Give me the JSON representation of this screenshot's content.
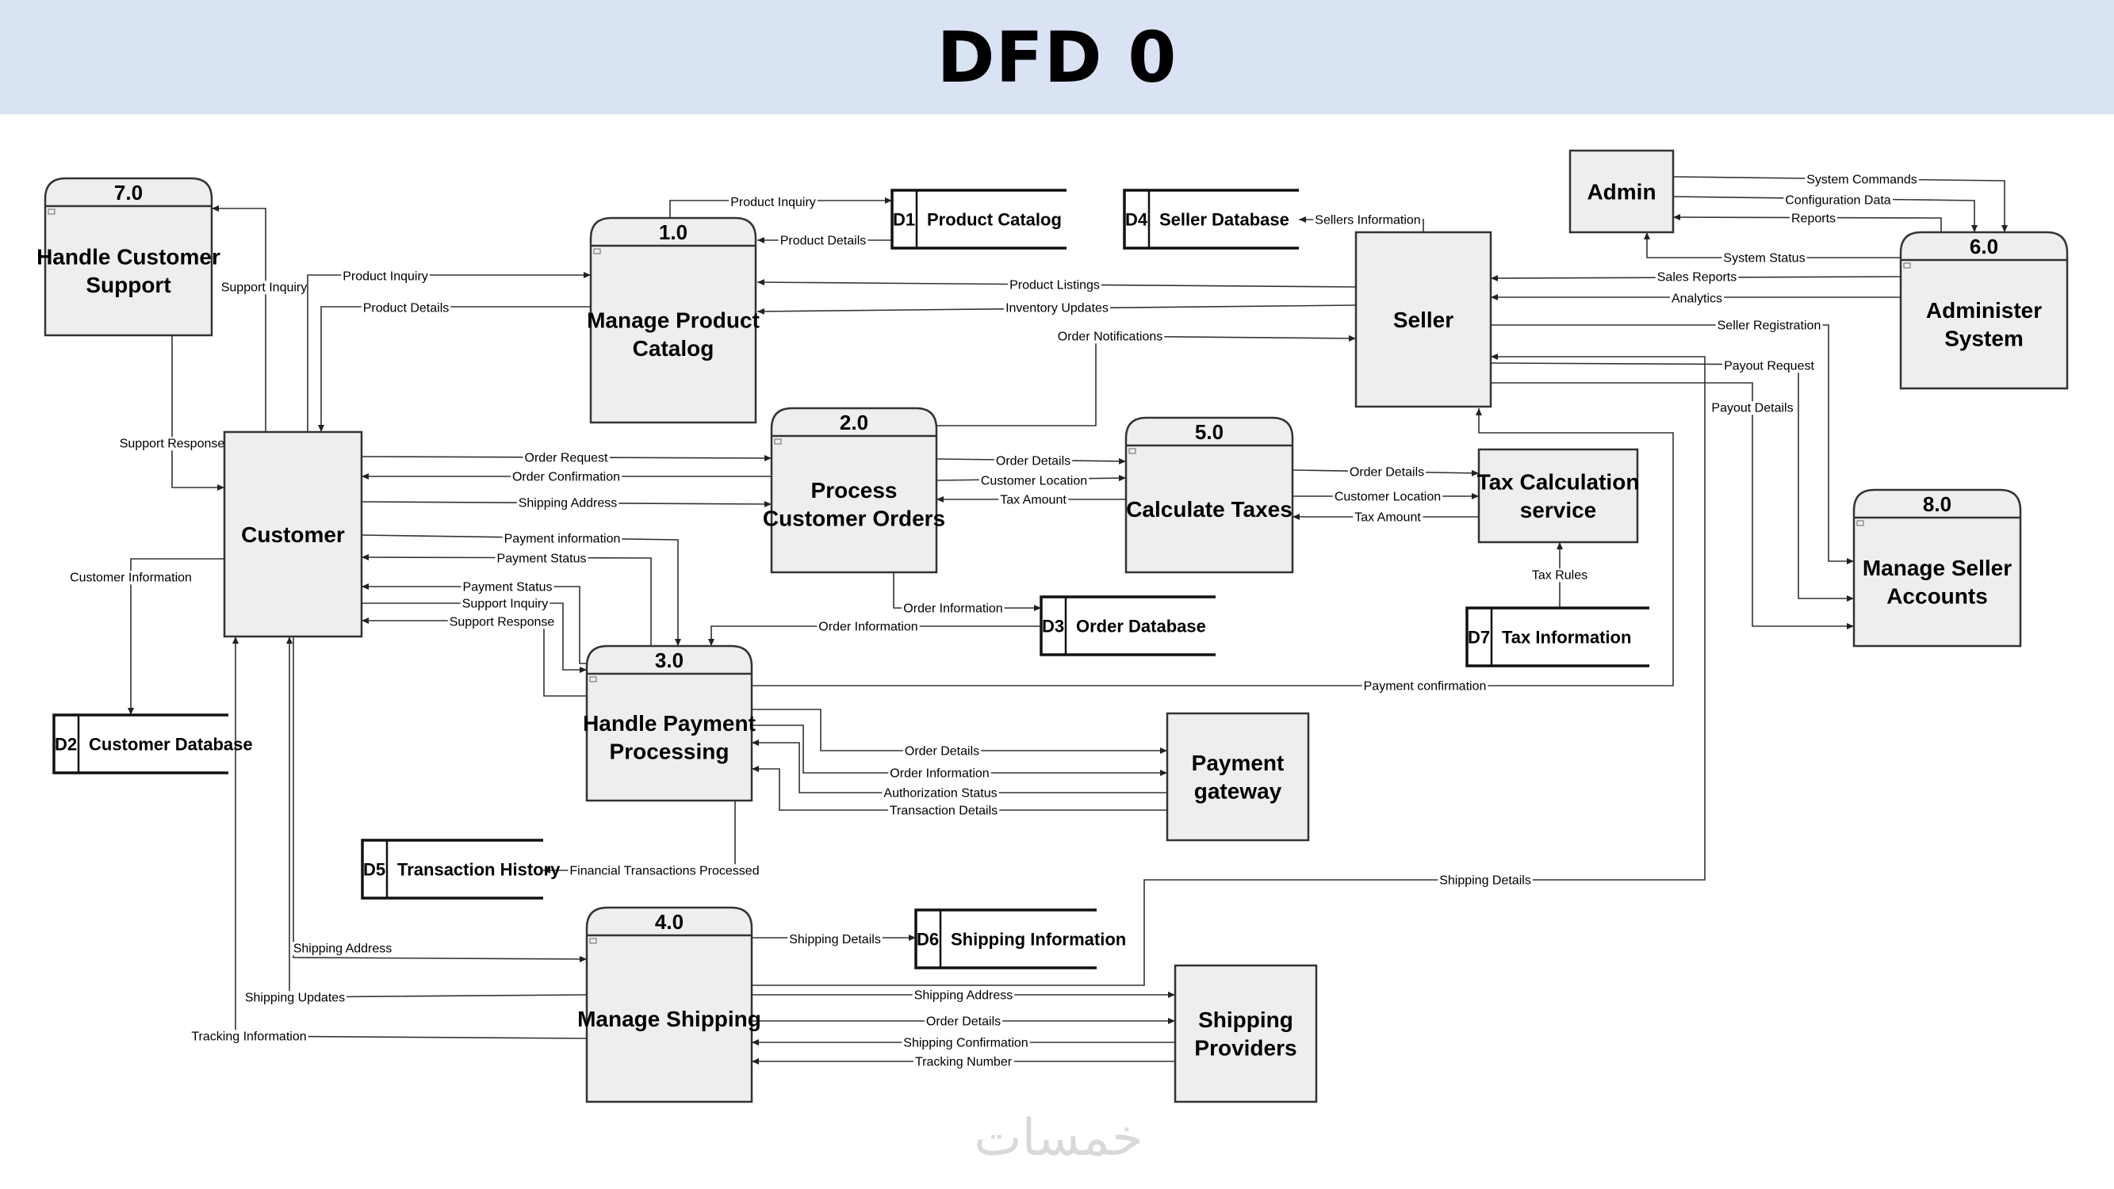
{
  "title": "DFD 0",
  "processes": [
    {
      "id": "p1",
      "number": "1.0",
      "lines": [
        "Manage Product",
        "Catalog"
      ]
    },
    {
      "id": "p2",
      "number": "2.0",
      "lines": [
        "Process",
        "Customer Orders"
      ]
    },
    {
      "id": "p3",
      "number": "3.0",
      "lines": [
        "Handle Payment",
        "Processing"
      ]
    },
    {
      "id": "p4",
      "number": "4.0",
      "lines": [
        "Manage Shipping"
      ]
    },
    {
      "id": "p5",
      "number": "5.0",
      "lines": [
        "Calculate Taxes"
      ]
    },
    {
      "id": "p6",
      "number": "6.0",
      "lines": [
        "Administer",
        "System"
      ]
    },
    {
      "id": "p7",
      "number": "7.0",
      "lines": [
        "Handle Customer",
        "Support"
      ]
    },
    {
      "id": "p8",
      "number": "8.0",
      "lines": [
        "Manage Seller",
        "Accounts"
      ]
    }
  ],
  "entities": [
    {
      "id": "customer",
      "lines": [
        "Customer"
      ]
    },
    {
      "id": "seller",
      "lines": [
        "Seller"
      ]
    },
    {
      "id": "admin",
      "lines": [
        "Admin"
      ]
    },
    {
      "id": "taxsvc",
      "lines": [
        "Tax Calculation",
        "service"
      ]
    },
    {
      "id": "paygw",
      "lines": [
        "Payment",
        "gateway"
      ]
    },
    {
      "id": "shipprov",
      "lines": [
        "Shipping",
        "Providers"
      ]
    }
  ],
  "stores": [
    {
      "id": "d1",
      "code": "D1",
      "name": "Product Catalog"
    },
    {
      "id": "d2",
      "code": "D2",
      "name": "Customer Database"
    },
    {
      "id": "d3",
      "code": "D3",
      "name": "Order Database"
    },
    {
      "id": "d4",
      "code": "D4",
      "name": "Seller Database"
    },
    {
      "id": "d5",
      "code": "D5",
      "name": "Transaction History"
    },
    {
      "id": "d6",
      "code": "D6",
      "name": "Shipping Information"
    },
    {
      "id": "d7",
      "code": "D7",
      "name": "Tax Information"
    }
  ],
  "flows": [
    {
      "id": "f-product-inquiry-d1",
      "label": "Product Inquiry"
    },
    {
      "id": "f-product-details-d1",
      "label": "Product Details"
    },
    {
      "id": "f-sellers-information",
      "label": "Sellers Information"
    },
    {
      "id": "f-support-inquiry",
      "label": "Support Inquiry"
    },
    {
      "id": "f-product-inquiry-cust",
      "label": "Product Inquiry"
    },
    {
      "id": "f-product-details-cust",
      "label": "Product Details"
    },
    {
      "id": "f-support-response-p7",
      "label": "Support Response"
    },
    {
      "id": "f-customer-information",
      "label": "Customer Information"
    },
    {
      "id": "f-product-listings",
      "label": "Product Listings"
    },
    {
      "id": "f-inventory-updates",
      "label": "Inventory Updates"
    },
    {
      "id": "f-order-notifications",
      "label": "Order Notifications"
    },
    {
      "id": "f-order-request",
      "label": "Order Request"
    },
    {
      "id": "f-order-confirmation",
      "label": "Order Confirmation"
    },
    {
      "id": "f-shipping-address-p2",
      "label": "Shipping Address"
    },
    {
      "id": "f-payment-information",
      "label": "Payment information"
    },
    {
      "id": "f-payment-status-1",
      "label": "Payment Status"
    },
    {
      "id": "f-payment-status-2",
      "label": "Payment Status"
    },
    {
      "id": "f-support-inquiry-2",
      "label": "Support Inquiry"
    },
    {
      "id": "f-support-response-2",
      "label": "Support Response"
    },
    {
      "id": "f-order-details-p5",
      "label": "Order Details"
    },
    {
      "id": "f-customer-location-p5",
      "label": "Customer Location"
    },
    {
      "id": "f-tax-amount-p5",
      "label": "Tax Amount"
    },
    {
      "id": "f-order-details-tax",
      "label": "Order Details"
    },
    {
      "id": "f-customer-location-tax",
      "label": "Customer Location"
    },
    {
      "id": "f-tax-amount-tax",
      "label": "Tax Amount"
    },
    {
      "id": "f-tax-rules",
      "label": "Tax Rules"
    },
    {
      "id": "f-order-information-d3",
      "label": "Order Information"
    },
    {
      "id": "f-order-information-p3",
      "label": "Order Information"
    },
    {
      "id": "f-payment-confirmation",
      "label": "Payment confirmation"
    },
    {
      "id": "f-order-details-pg",
      "label": "Order Details"
    },
    {
      "id": "f-order-information-pg",
      "label": "Order Information"
    },
    {
      "id": "f-authorization-status",
      "label": "Authorization Status"
    },
    {
      "id": "f-transaction-details",
      "label": "Transaction Details"
    },
    {
      "id": "f-financial-transactions",
      "label": "Financial Transactions Processed"
    },
    {
      "id": "f-shipping-details-seller",
      "label": "Shipping Details"
    },
    {
      "id": "f-shipping-details-d6",
      "label": "Shipping Details"
    },
    {
      "id": "f-shipping-address-p4",
      "label": "Shipping Address"
    },
    {
      "id": "f-shipping-updates",
      "label": "Shipping Updates"
    },
    {
      "id": "f-tracking-information",
      "label": "Tracking Information"
    },
    {
      "id": "f-shipping-address-sp",
      "label": "Shipping Address"
    },
    {
      "id": "f-order-details-sp",
      "label": "Order Details"
    },
    {
      "id": "f-shipping-confirmation",
      "label": "Shipping Confirmation"
    },
    {
      "id": "f-tracking-number",
      "label": "Tracking Number"
    },
    {
      "id": "f-system-commands",
      "label": "System Commands"
    },
    {
      "id": "f-configuration-data",
      "label": "Configuration Data"
    },
    {
      "id": "f-reports",
      "label": "Reports"
    },
    {
      "id": "f-system-status",
      "label": "System Status"
    },
    {
      "id": "f-sales-reports",
      "label": "Sales Reports"
    },
    {
      "id": "f-analytics",
      "label": "Analytics"
    },
    {
      "id": "f-seller-registration",
      "label": "Seller Registration"
    },
    {
      "id": "f-payout-request",
      "label": "Payout Request"
    },
    {
      "id": "f-payout-details",
      "label": "Payout Details"
    }
  ],
  "watermark": "خمسات",
  "colors": {
    "title_bar": "#dae3f3",
    "box_fill": "#eeeeee",
    "stroke": "#333333",
    "watermark": "#d9d9d9"
  }
}
